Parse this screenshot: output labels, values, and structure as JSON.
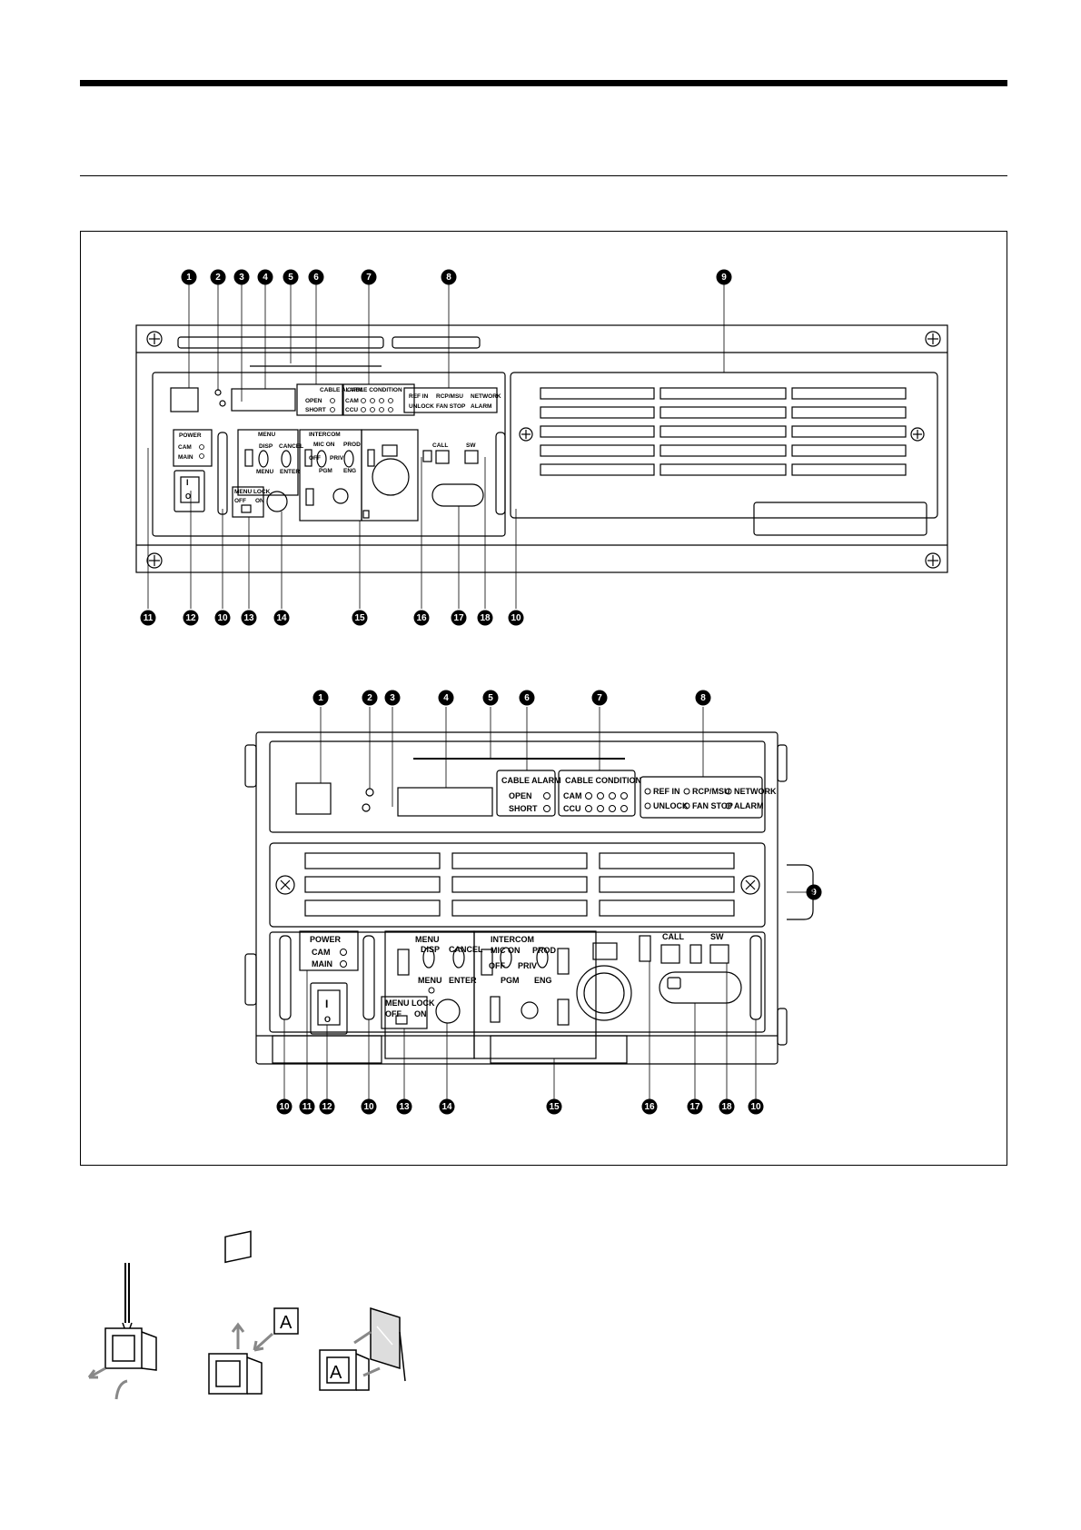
{
  "callouts_top": [
    "1",
    "2",
    "3",
    "4",
    "5",
    "6",
    "7",
    "8",
    "9"
  ],
  "callouts_bottom": [
    "11",
    "12",
    "10",
    "13",
    "14",
    "15",
    "16",
    "17",
    "18",
    "10"
  ],
  "callouts2_top": [
    "1",
    "2",
    "3",
    "4",
    "5",
    "6",
    "7",
    "8"
  ],
  "callouts2_side": "9",
  "callouts2_bottom": [
    "10",
    "11",
    "12",
    "10",
    "13",
    "14",
    "15",
    "16",
    "17",
    "18",
    "10"
  ],
  "panel": {
    "cable_alarm": "CABLE ALARM",
    "open": "OPEN",
    "short": "SHORT",
    "cable_condition": "CABLE CONDITION",
    "cam": "CAM",
    "ccu": "CCU",
    "ref_in": "REF IN",
    "rcp_msu": "RCP/MSU",
    "network": "NETWORK",
    "unlock": "UNLOCK",
    "fan_stop": "FAN STOP",
    "alarm": "ALARM",
    "power": "POWER",
    "main": "MAIN",
    "menu": "MENU",
    "disp": "DISP",
    "cancel": "CANCEL",
    "enter": "ENTER",
    "menu_lock": "MENU LOCK",
    "off": "OFF",
    "on": "ON",
    "intercom": "INTERCOM",
    "mic_on": "MIC ON",
    "pgm": "PGM",
    "prod": "PROD",
    "priv": "PRIV",
    "eng": "ENG",
    "call": "CALL",
    "sw": "SW",
    "switch_on": "I",
    "switch_off": "O",
    "letter": "A"
  }
}
